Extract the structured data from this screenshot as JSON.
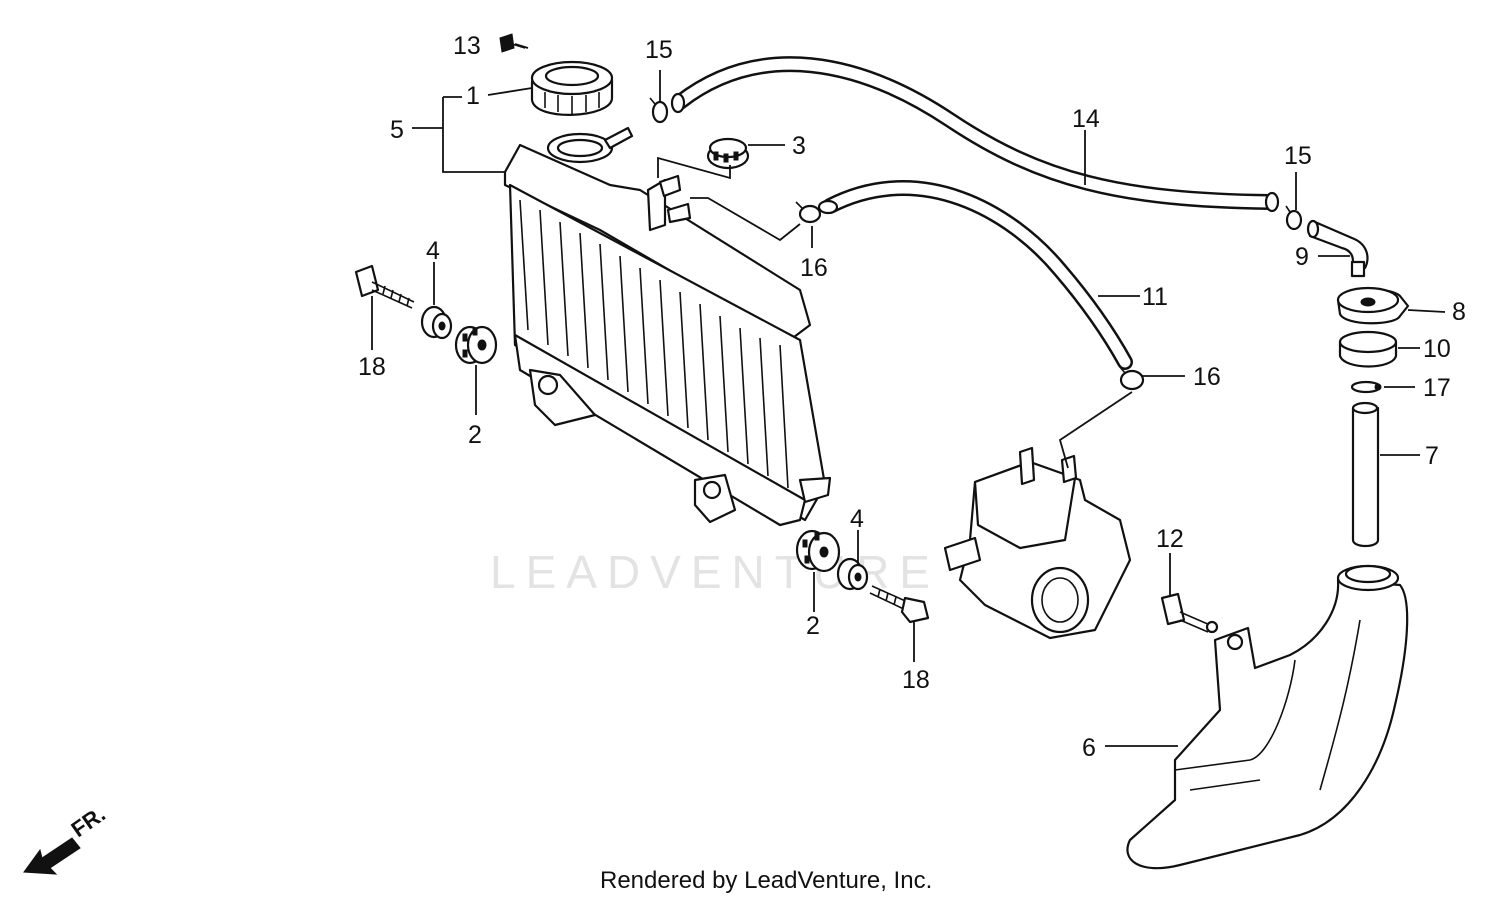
{
  "watermark": "LEADVENTURE",
  "footer": "Rendered by LeadVenture, Inc.",
  "direction_label": "FR.",
  "callouts": [
    {
      "id": "c1",
      "label": "1"
    },
    {
      "id": "c2a",
      "label": "2"
    },
    {
      "id": "c2b",
      "label": "2"
    },
    {
      "id": "c3",
      "label": "3"
    },
    {
      "id": "c4a",
      "label": "4"
    },
    {
      "id": "c4b",
      "label": "4"
    },
    {
      "id": "c5",
      "label": "5"
    },
    {
      "id": "c6",
      "label": "6"
    },
    {
      "id": "c7",
      "label": "7"
    },
    {
      "id": "c8",
      "label": "8"
    },
    {
      "id": "c9",
      "label": "9"
    },
    {
      "id": "c10",
      "label": "10"
    },
    {
      "id": "c11",
      "label": "11"
    },
    {
      "id": "c12",
      "label": "12"
    },
    {
      "id": "c13",
      "label": "13"
    },
    {
      "id": "c14",
      "label": "14"
    },
    {
      "id": "c15a",
      "label": "15"
    },
    {
      "id": "c15b",
      "label": "15"
    },
    {
      "id": "c16a",
      "label": "16"
    },
    {
      "id": "c16b",
      "label": "16"
    },
    {
      "id": "c17",
      "label": "17"
    },
    {
      "id": "c18a",
      "label": "18"
    },
    {
      "id": "c18b",
      "label": "18"
    }
  ]
}
